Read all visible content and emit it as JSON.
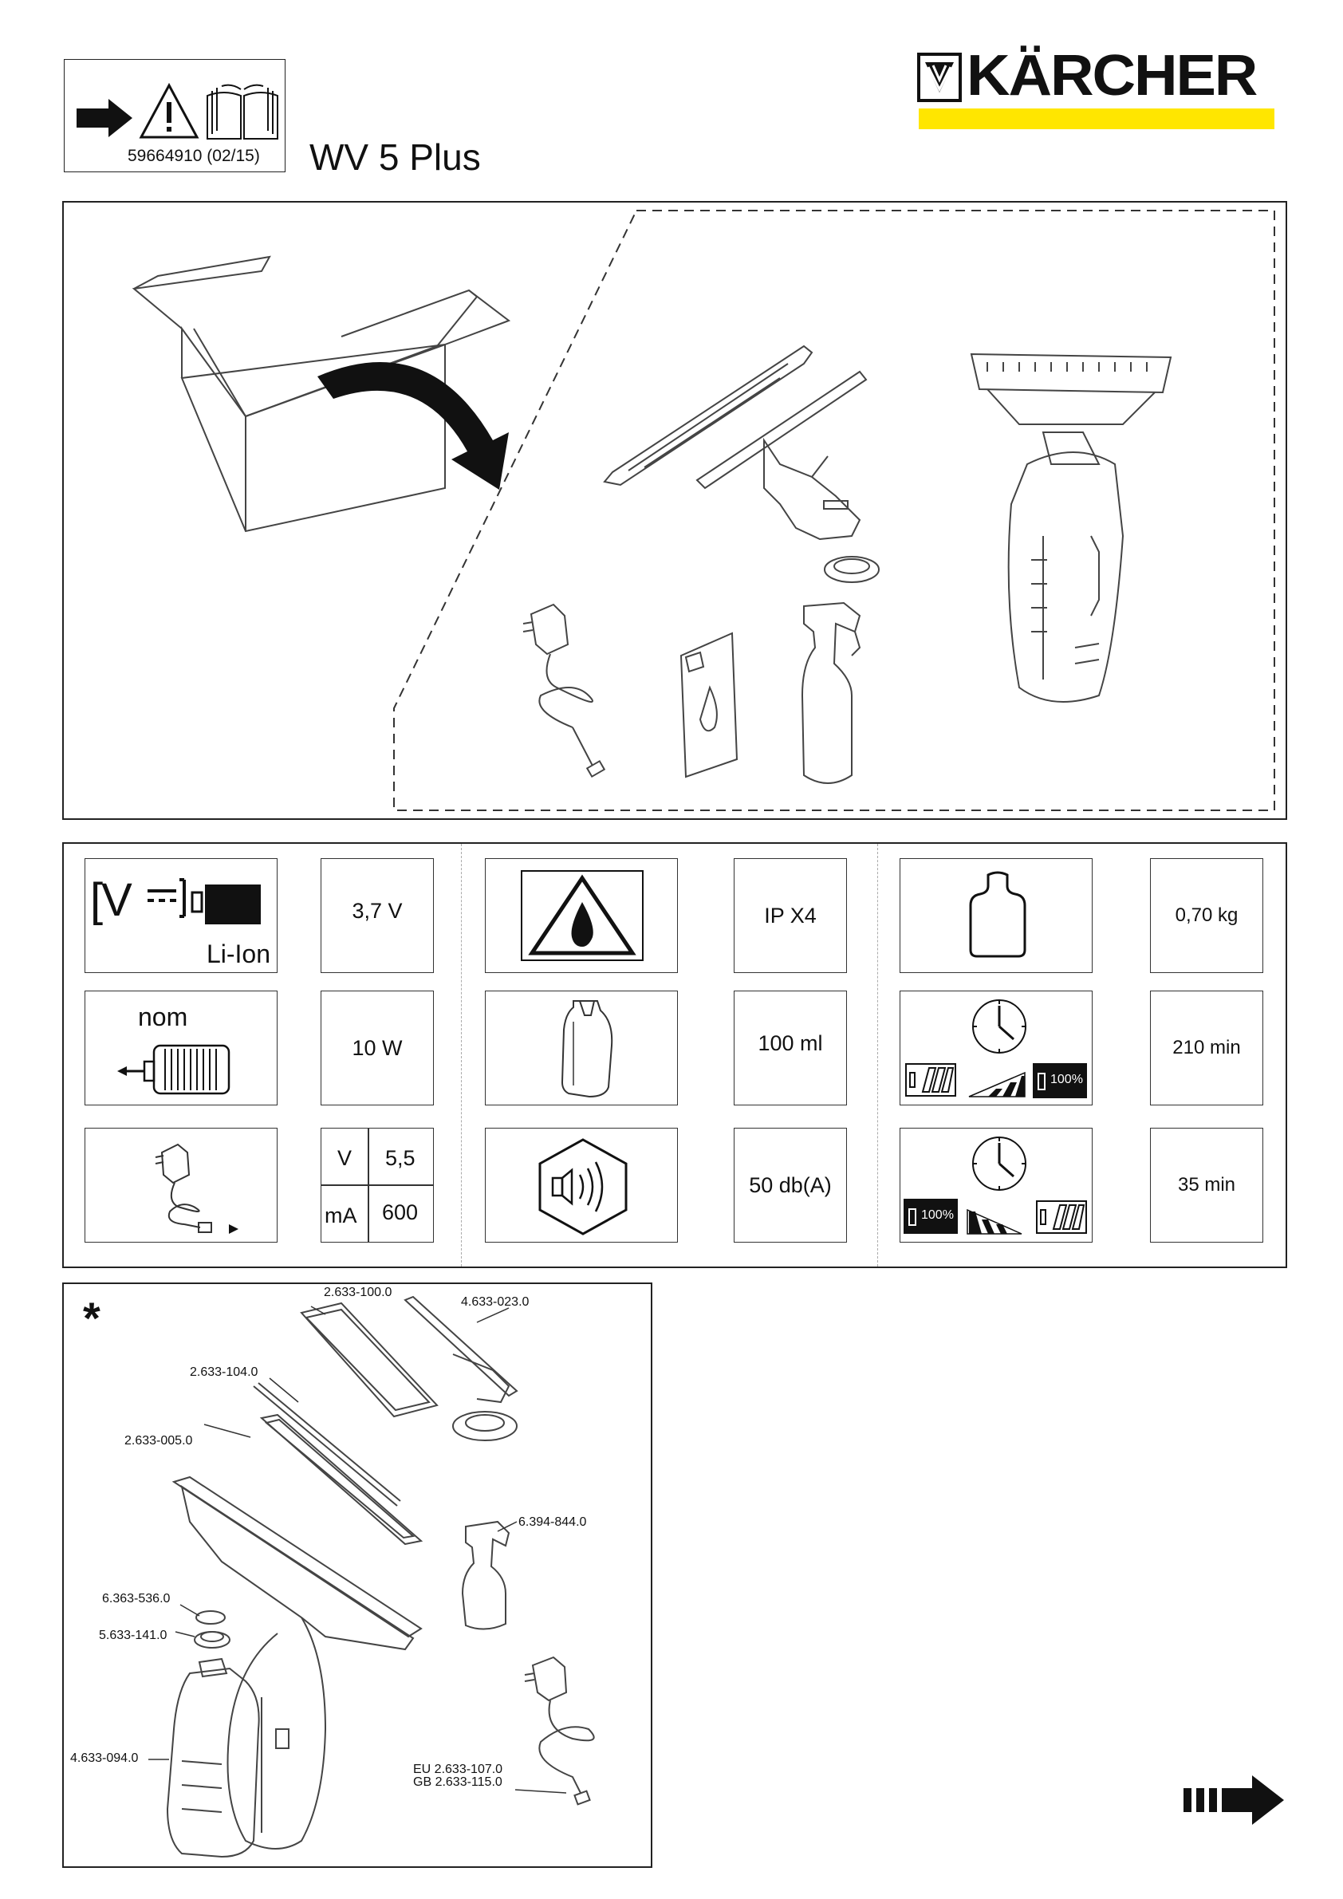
{
  "header": {
    "doc_number": "59664910 (02/15)",
    "model": "WV 5 Plus",
    "brand": "KÄRCHER",
    "brand_color": "#ffe600"
  },
  "tech_data": {
    "voltage": "3,7 V",
    "battery_label": "Li-Ion",
    "battery_v_label": "[V",
    "ip_rating": "IP X4",
    "weight": "0,70 kg",
    "nom_label": "nom",
    "power": "10 W",
    "tank": "100 ml",
    "charge_time": "210 min",
    "charge_percent": "100%",
    "charger_v_label": "V",
    "charger_v_value": "5,5",
    "charger_ma_label": "mA",
    "charger_ma_value": "600",
    "noise": "50 db(A)",
    "run_time": "35 min",
    "run_percent": "100%"
  },
  "parts": {
    "asterisk": "*",
    "p1": "2.633-100.0",
    "p2": "4.633-023.0",
    "p3": "2.633-104.0",
    "p4": "2.633-005.0",
    "p5": "6.394-844.0",
    "p6": "6.363-536.0",
    "p7": "5.633-141.0",
    "p8": "4.633-094.0",
    "p9": "EU 2.633-107.0",
    "p10": "GB 2.633-115.0"
  },
  "icons": {
    "arrow": "right-arrow-icon",
    "warning": "warning-icon",
    "manual": "manual-book-icon",
    "next_page": "next-page-arrow-icon"
  }
}
